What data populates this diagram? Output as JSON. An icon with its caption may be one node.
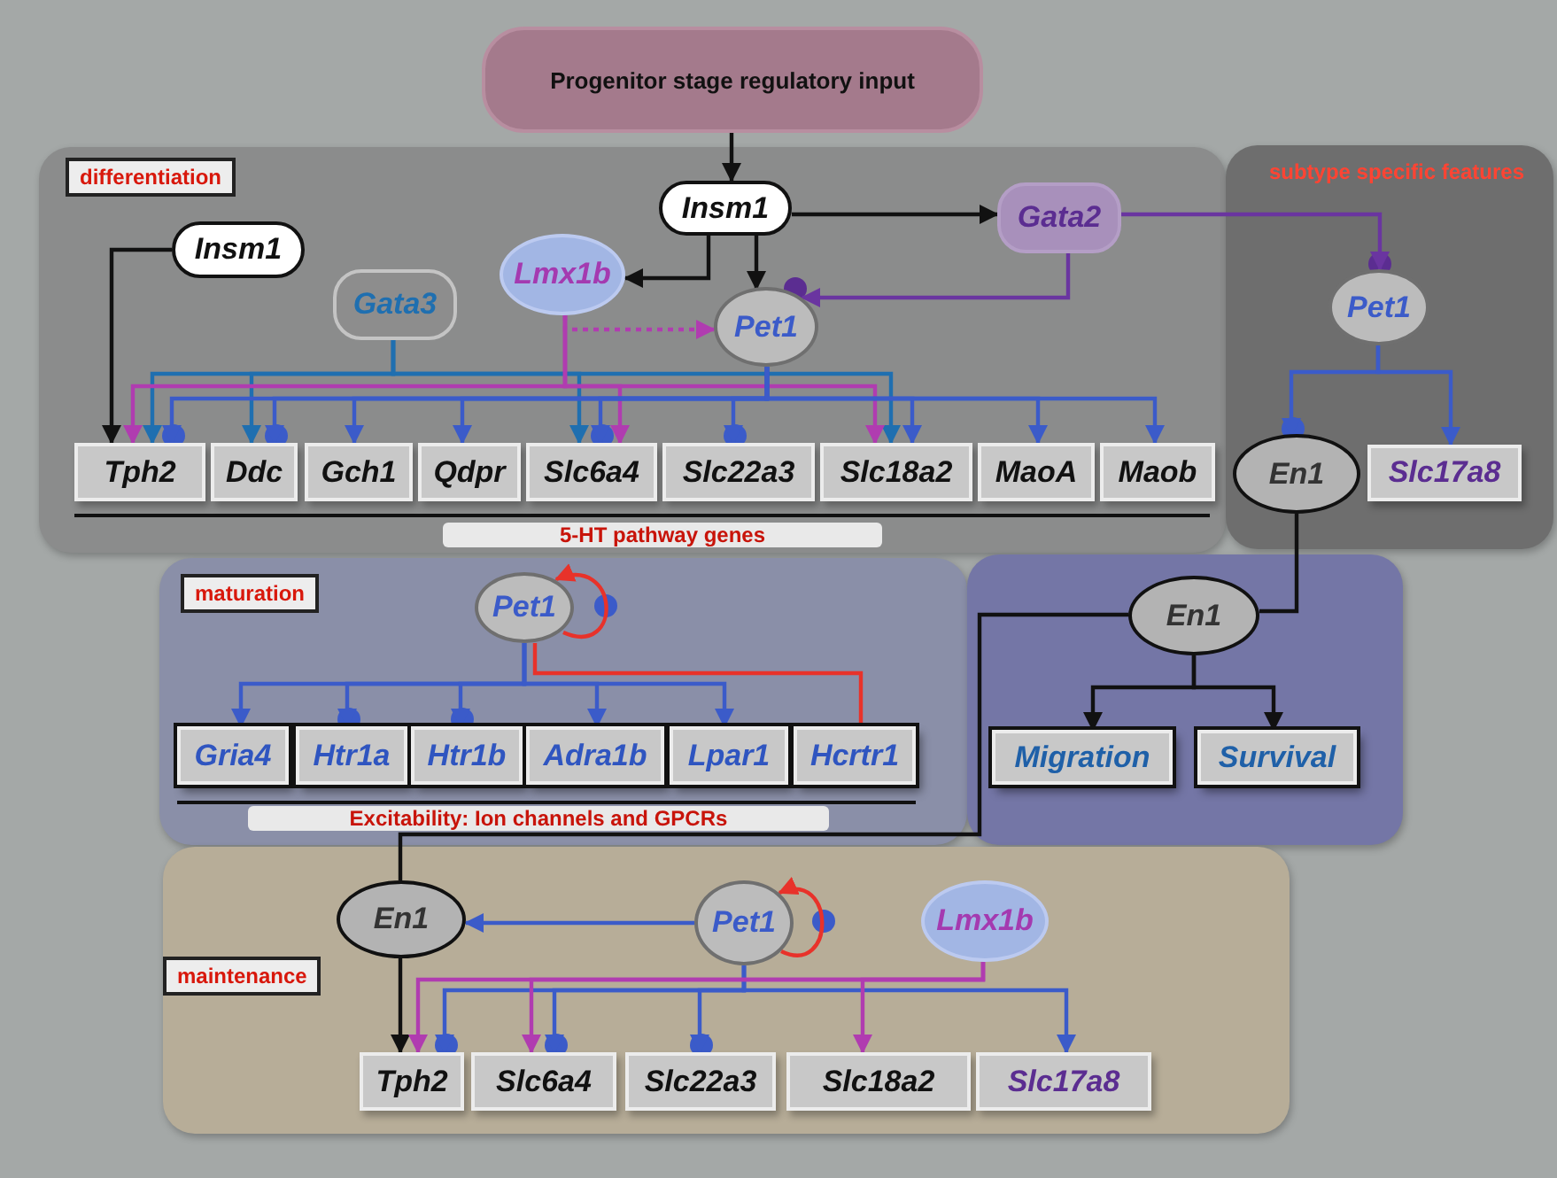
{
  "diagram": {
    "nodes": [
      {
        "text": [
          "Progenitor stage regulatory input"
        ]
      },
      {
        "text": [
          "differentiation",
          "5-HT pathway genes"
        ]
      },
      {
        "text": [
          "subtype specific features"
        ]
      },
      {
        "text": [
          "Insm1"
        ],
        "in": 1
      },
      {
        "text": [
          "Gata2"
        ],
        "in": 1
      },
      {
        "text": [
          "Insm1"
        ],
        "in": 1
      },
      {
        "text": [
          "Lmx1b"
        ],
        "in": 1
      },
      {
        "text": [
          "Gata3"
        ],
        "in": 1
      },
      {
        "text": [
          "Pet1"
        ],
        "in": 1
      },
      {
        "text": [
          "Tph2"
        ],
        "in": 1
      },
      {
        "text": [
          "Ddc"
        ],
        "in": 1
      },
      {
        "text": [
          "Gch1"
        ],
        "in": 1
      },
      {
        "text": [
          "Qdpr"
        ],
        "in": 1
      },
      {
        "text": [
          "Slc6a4"
        ],
        "in": 1
      },
      {
        "text": [
          "Slc22a3"
        ],
        "in": 1
      },
      {
        "text": [
          "Slc18a2"
        ],
        "in": 1
      },
      {
        "text": [
          "MaoA"
        ],
        "in": 1
      },
      {
        "text": [
          "Maob"
        ],
        "in": 1
      },
      {
        "text": [
          "Pet1"
        ],
        "in": 2
      },
      {
        "text": [
          "En1"
        ],
        "in": 2
      },
      {
        "text": [
          "Slc17a8"
        ],
        "in": 2
      },
      {
        "text": [
          "maturation",
          "Excitability: Ion channels and GPCRs"
        ]
      },
      {
        "text": [
          "Pet1"
        ],
        "in": 21
      },
      {
        "text": [
          "Gria4"
        ],
        "in": 21
      },
      {
        "text": [
          "Htr1a"
        ],
        "in": 21
      },
      {
        "text": [
          "Htr1b"
        ],
        "in": 21
      },
      {
        "text": [
          "Adra1b"
        ],
        "in": 21
      },
      {
        "text": [
          "Lpar1"
        ],
        "in": 21
      },
      {
        "text": [
          "Hcrtr1"
        ],
        "in": 21
      },
      {
        "text": [],
        "shape": "box"
      },
      {
        "text": [
          "En1"
        ],
        "in": 29
      },
      {
        "text": [
          "Migration"
        ],
        "in": 29
      },
      {
        "text": [
          "Survival"
        ],
        "in": 29
      },
      {
        "text": [
          "maintenance"
        ]
      },
      {
        "text": [
          "En1"
        ],
        "in": 33
      },
      {
        "text": [
          "Pet1"
        ],
        "in": 33
      },
      {
        "text": [
          "Lmx1b"
        ],
        "in": 33
      },
      {
        "text": [
          "Tph2"
        ],
        "in": 33
      },
      {
        "text": [
          "Slc6a4"
        ],
        "in": 33
      },
      {
        "text": [
          "Slc22a3"
        ],
        "in": 33
      },
      {
        "text": [
          "Slc18a2"
        ],
        "in": 33
      },
      {
        "text": [
          "Slc17a8"
        ],
        "in": 33
      }
    ],
    "edges": [
      {
        "from": 0,
        "to": 3,
        "arrow": "to",
        "color": "#111111"
      },
      {
        "from": 3,
        "to": 4,
        "arrow": "to",
        "color": "#111111"
      },
      {
        "from": 3,
        "to": 6,
        "arrow": "to",
        "color": "#111111"
      },
      {
        "from": 3,
        "to": 8,
        "arrow": "to",
        "color": "#111111"
      },
      {
        "from": 4,
        "to": 8,
        "arrow": "to",
        "color": "#6a35a0"
      },
      {
        "from": 4,
        "to": 18,
        "arrow": "to",
        "color": "#6a35a0"
      },
      {
        "from": 6,
        "to": 8,
        "arrow": "to",
        "style": "dashed",
        "color": "#b03cb0"
      },
      {
        "from": 5,
        "to": 9,
        "arrow": "to",
        "color": "#111111"
      },
      {
        "from": 7,
        "to": 9,
        "arrow": "to",
        "color": "#1f6fb0"
      },
      {
        "from": 7,
        "to": 10,
        "arrow": "to",
        "color": "#1f6fb0"
      },
      {
        "from": 7,
        "to": 13,
        "arrow": "to",
        "color": "#1f6fb0"
      },
      {
        "from": 7,
        "to": 15,
        "arrow": "to",
        "color": "#1f6fb0"
      },
      {
        "from": 6,
        "to": 9,
        "arrow": "to",
        "color": "#b03cb0"
      },
      {
        "from": 6,
        "to": 13,
        "arrow": "to",
        "color": "#b03cb0"
      },
      {
        "from": 6,
        "to": 15,
        "arrow": "to",
        "color": "#b03cb0"
      },
      {
        "from": 8,
        "to": 9,
        "arrow": "to"
      },
      {
        "from": 8,
        "to": 10,
        "arrow": "to"
      },
      {
        "from": 8,
        "to": 11,
        "arrow": "to"
      },
      {
        "from": 8,
        "to": 12,
        "arrow": "to"
      },
      {
        "from": 8,
        "to": 13,
        "arrow": "to"
      },
      {
        "from": 8,
        "to": 14,
        "arrow": "to"
      },
      {
        "from": 8,
        "to": 15,
        "arrow": "to"
      },
      {
        "from": 8,
        "to": 16,
        "arrow": "to"
      },
      {
        "from": 8,
        "to": 17,
        "arrow": "to"
      },
      {
        "from": 18,
        "to": 19,
        "arrow": "to"
      },
      {
        "from": 18,
        "to": 20,
        "arrow": "to"
      },
      {
        "from": 19,
        "to": 30,
        "arrow": "none",
        "color": "#111111"
      },
      {
        "from": 30,
        "to": 34,
        "arrow": "none",
        "color": "#111111"
      },
      {
        "from": 30,
        "to": 31,
        "arrow": "to",
        "color": "#111111"
      },
      {
        "from": 30,
        "to": 32,
        "arrow": "to",
        "color": "#111111"
      },
      {
        "from": 22,
        "to": 22,
        "arrow": "to",
        "color": "#e8322a"
      },
      {
        "from": 22,
        "to": 23,
        "arrow": "to"
      },
      {
        "from": 22,
        "to": 24,
        "arrow": "to"
      },
      {
        "from": 22,
        "to": 25,
        "arrow": "to"
      },
      {
        "from": 22,
        "to": 26,
        "arrow": "to"
      },
      {
        "from": 22,
        "to": 27,
        "arrow": "to"
      },
      {
        "from": 22,
        "to": 28,
        "arrow": "other",
        "color": "#e8322a"
      },
      {
        "from": 35,
        "to": 35,
        "arrow": "to",
        "color": "#e8322a"
      },
      {
        "from": 35,
        "to": 34,
        "arrow": "to"
      },
      {
        "from": 34,
        "to": 37,
        "arrow": "to",
        "color": "#111111"
      },
      {
        "from": 35,
        "to": 37,
        "arrow": "to"
      },
      {
        "from": 35,
        "to": 38,
        "arrow": "to"
      },
      {
        "from": 35,
        "to": 39,
        "arrow": "to"
      },
      {
        "from": 35,
        "to": 41,
        "arrow": "to"
      },
      {
        "from": 36,
        "to": 37,
        "arrow": "to",
        "color": "#b03cb0"
      },
      {
        "from": 36,
        "to": 38,
        "arrow": "to",
        "color": "#b03cb0"
      },
      {
        "from": 36,
        "to": 40,
        "arrow": "to",
        "color": "#b03cb0"
      }
    ]
  }
}
